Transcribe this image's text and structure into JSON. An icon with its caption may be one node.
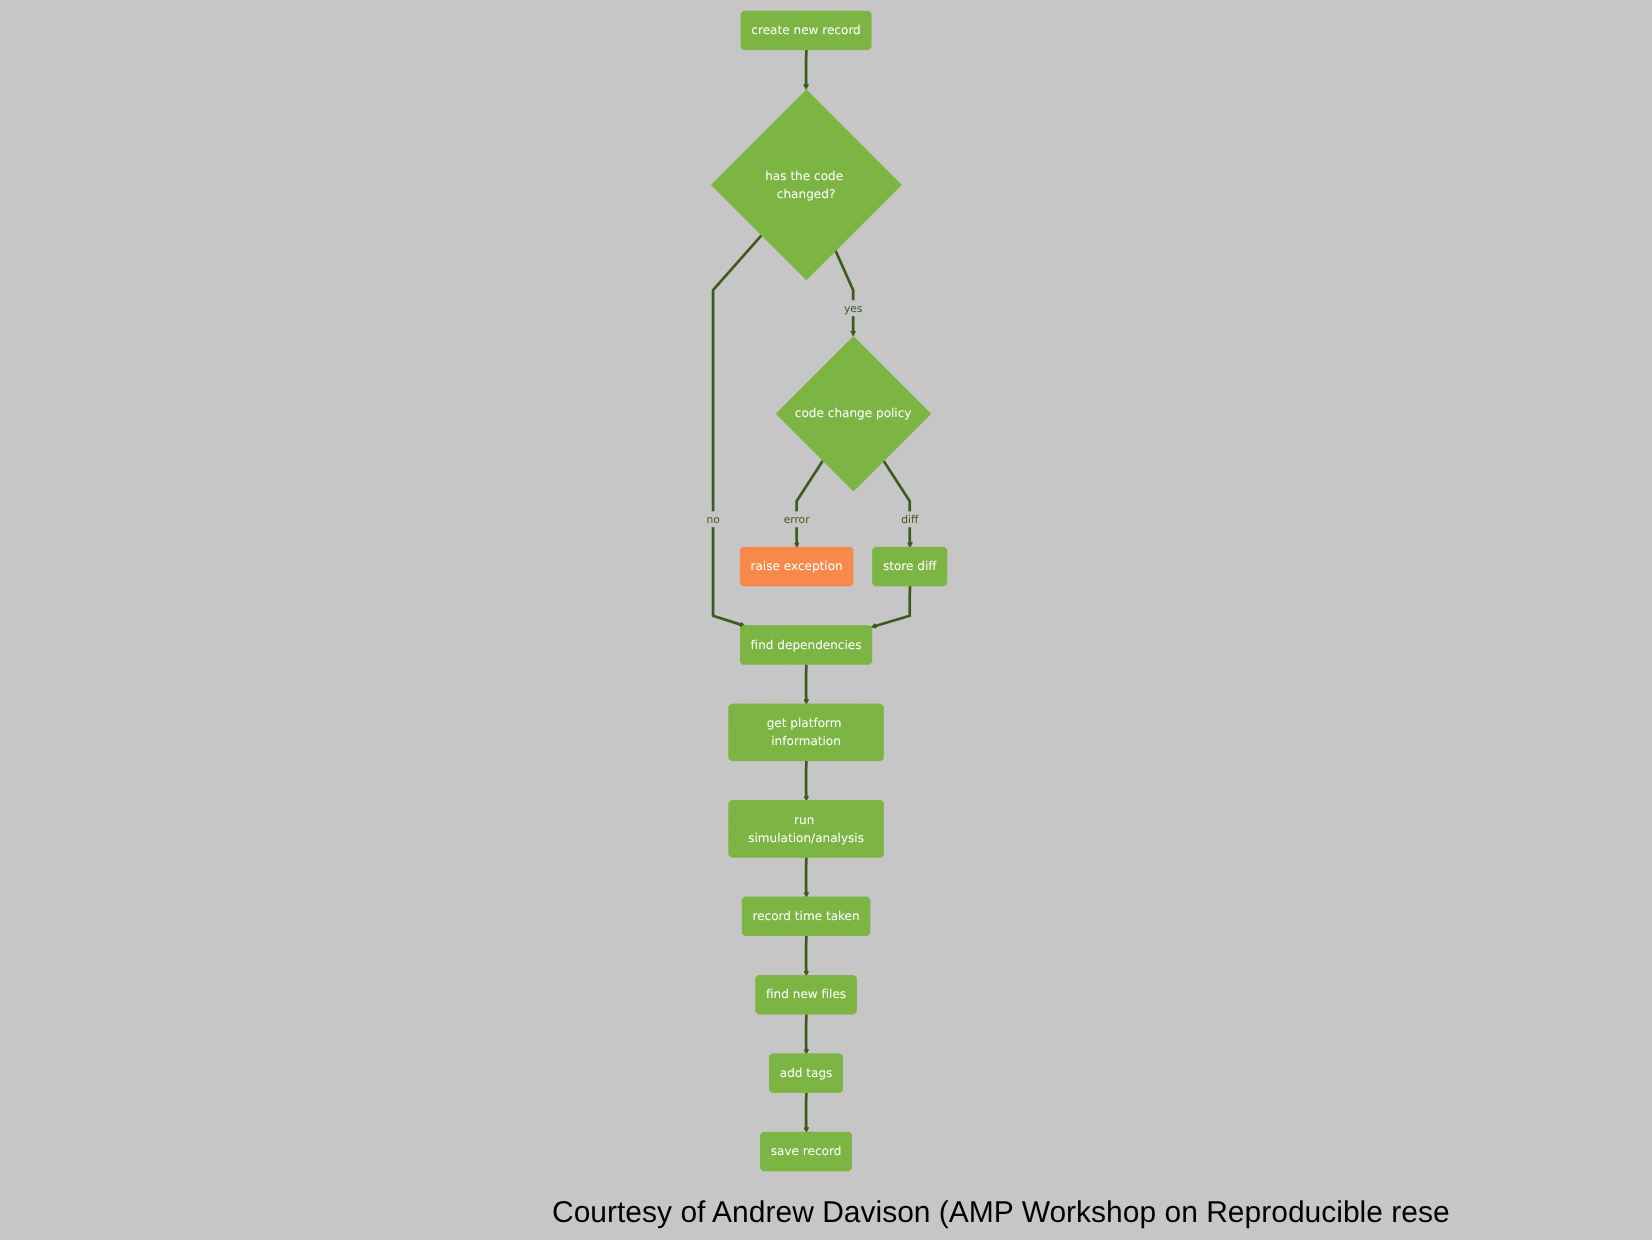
{
  "diagram": {
    "caption": "Courtesy of Andrew Davison (AMP Workshop on Reproducible rese",
    "nodes": [
      {
        "text": [
          "create new record"
        ]
      },
      {
        "text": [
          "has the code changed?"
        ]
      },
      {
        "text": [
          "find dependencies"
        ]
      },
      {
        "text": [
          "get platform information"
        ]
      },
      {
        "text": [
          "run simulation/analysis"
        ]
      },
      {
        "text": [
          "record time taken"
        ]
      },
      {
        "text": [
          "find new files"
        ]
      },
      {
        "text": [
          "add tags"
        ]
      },
      {
        "text": [
          "save record"
        ]
      },
      {
        "text": [
          "code change policy"
        ]
      },
      {
        "text": [
          "raise exception"
        ]
      },
      {
        "text": [
          "store diff"
        ]
      }
    ],
    "edges": [
      {
        "from": 0,
        "to": 1,
        "arrow": "to"
      },
      {
        "from": 1,
        "to": 2,
        "arrow": "to",
        "label": "no"
      },
      {
        "from": 1,
        "to": 9,
        "arrow": "to",
        "label": "yes"
      },
      {
        "from": 9,
        "to": 10,
        "arrow": "to",
        "label": "error"
      },
      {
        "from": 9,
        "to": 11,
        "arrow": "to",
        "label": "diff"
      },
      {
        "from": 11,
        "to": 2,
        "arrow": "to"
      },
      {
        "from": 2,
        "to": 3,
        "arrow": "to"
      },
      {
        "from": 3,
        "to": 4,
        "arrow": "to"
      },
      {
        "from": 4,
        "to": 5,
        "arrow": "to"
      },
      {
        "from": 5,
        "to": 6,
        "arrow": "to"
      },
      {
        "from": 6,
        "to": 7,
        "arrow": "to"
      },
      {
        "from": 7,
        "to": 8,
        "arrow": "to"
      }
    ]
  }
}
